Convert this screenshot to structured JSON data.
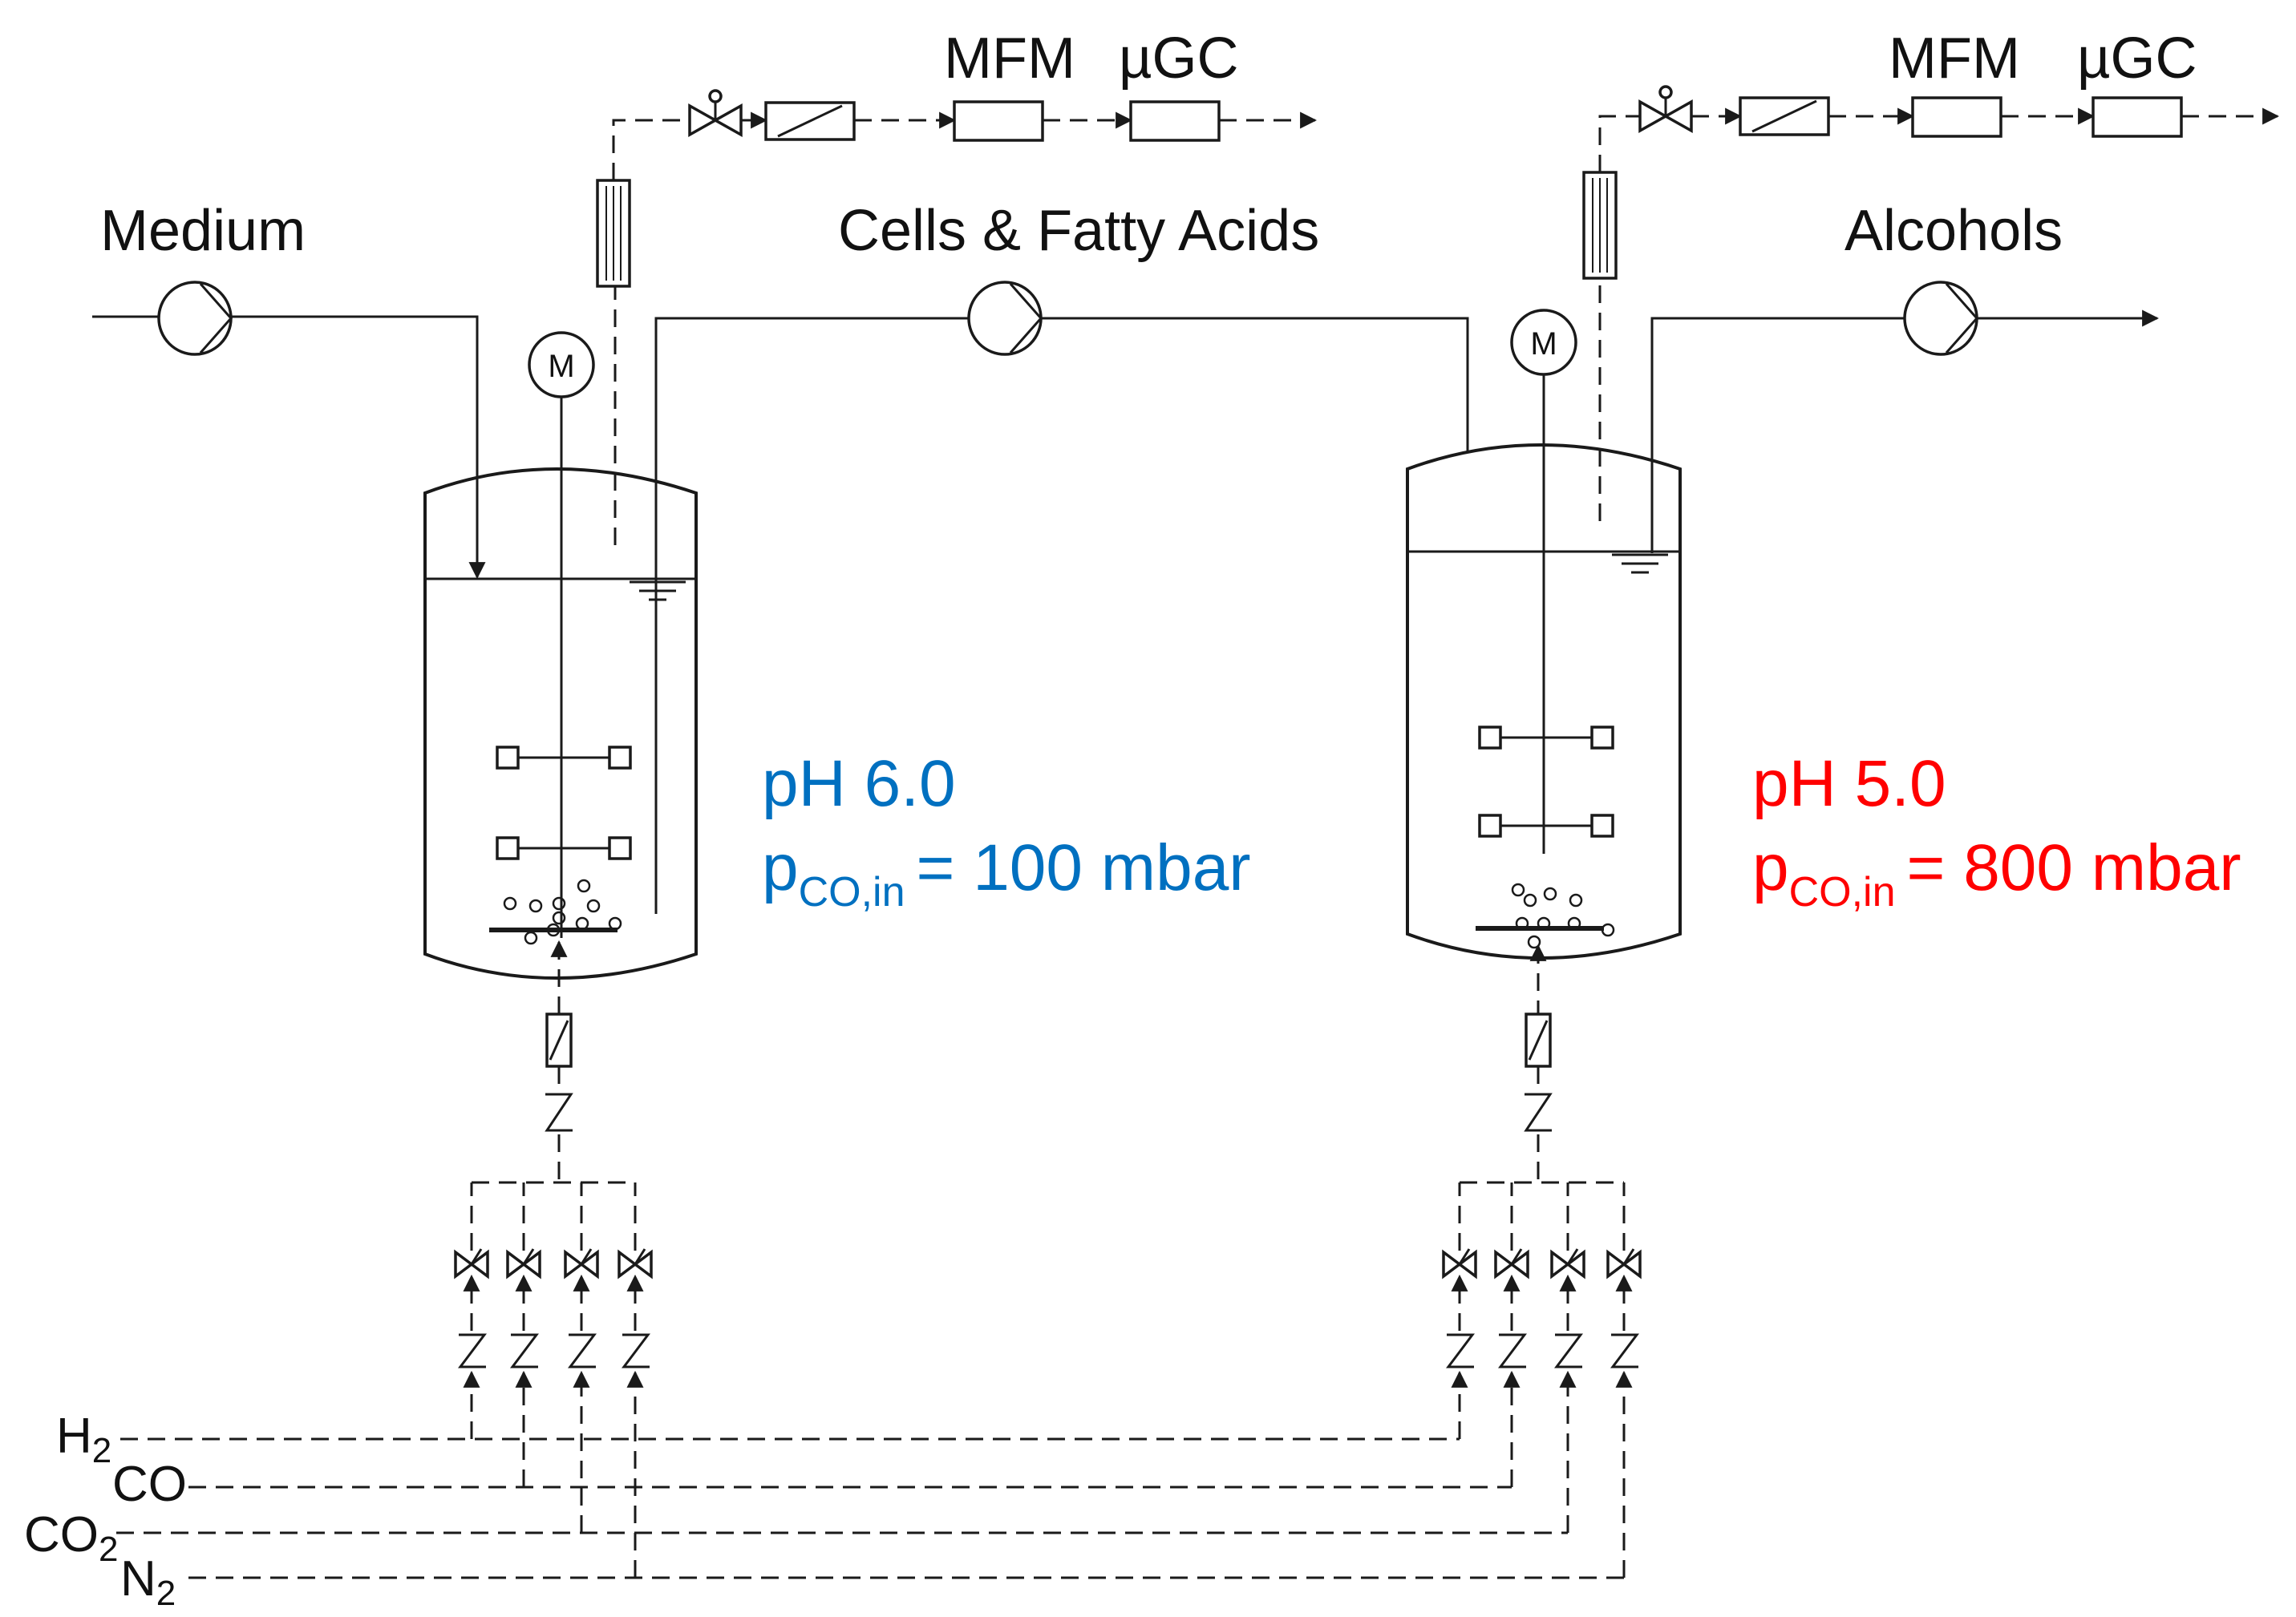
{
  "labels": {
    "medium": "Medium",
    "cells_fatty_acids": "Cells & Fatty Acids",
    "alcohols": "Alcohols",
    "mfm": "MFM",
    "ugc": "µGC",
    "motor": "M"
  },
  "reactor1": {
    "ph": "pH 6.0",
    "p_symbol": "p",
    "p_subscript": "CO,in",
    "p_value": "= 100 mbar",
    "color": "#0070C0"
  },
  "reactor2": {
    "ph": "pH 5.0",
    "p_symbol": "p",
    "p_subscript": "CO,in",
    "p_value": "= 800 mbar",
    "color": "#FF0000"
  },
  "gases": [
    {
      "base": "H",
      "sub": "2"
    },
    {
      "base": "CO",
      "sub": ""
    },
    {
      "base": "CO",
      "sub": "2"
    },
    {
      "base": "N",
      "sub": "2"
    }
  ]
}
